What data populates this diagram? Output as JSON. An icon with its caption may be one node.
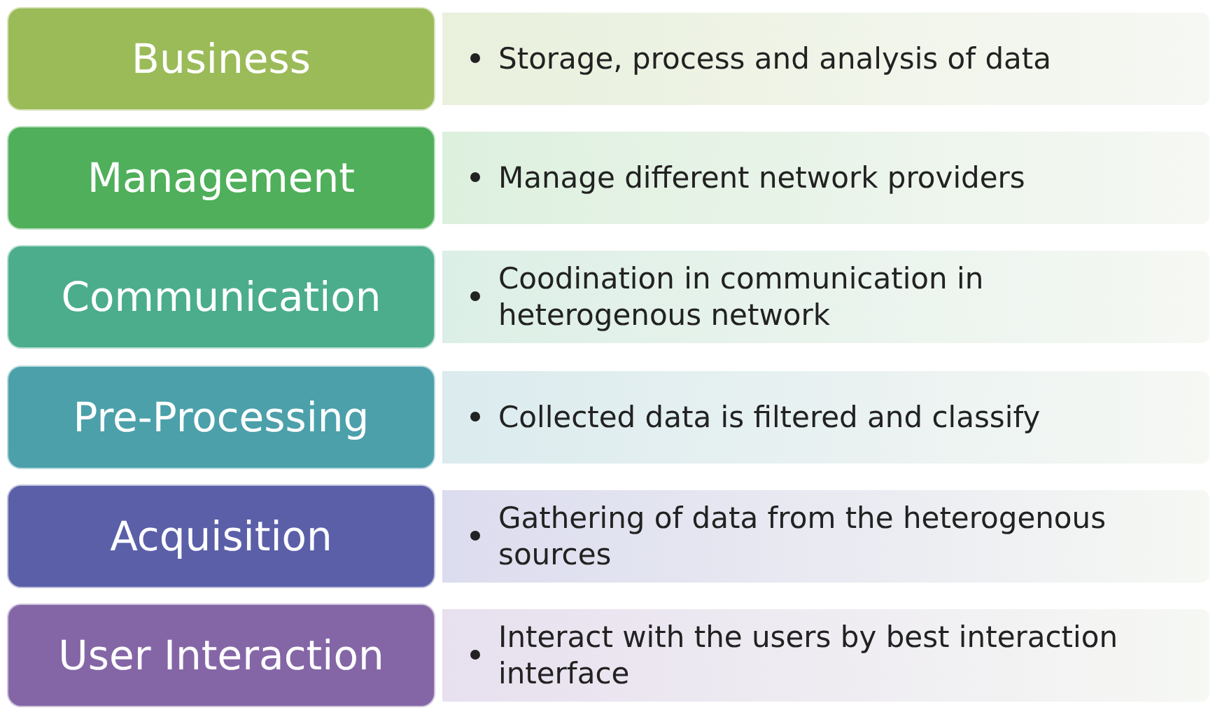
{
  "diagram": {
    "nodes": [
      {
        "text": [
          "Business"
        ]
      },
      {
        "text": [
          "Storage, process and analysis of data"
        ]
      },
      {
        "text": [
          "Management"
        ]
      },
      {
        "text": [
          "Manage different network providers"
        ]
      },
      {
        "text": [
          "Communication"
        ]
      },
      {
        "text": [
          "Coodination in communication in heterogenous network"
        ]
      },
      {
        "text": [
          "Pre-Processing"
        ]
      },
      {
        "text": [
          "Collected data is filtered and classify"
        ]
      },
      {
        "text": [
          "Acquisition"
        ]
      },
      {
        "text": [
          "Gathering of data from the heterogenous sources"
        ]
      },
      {
        "text": [
          "User Interaction"
        ]
      },
      {
        "text": [
          "Interact with the users by best interaction interface"
        ]
      }
    ],
    "edges": []
  }
}
